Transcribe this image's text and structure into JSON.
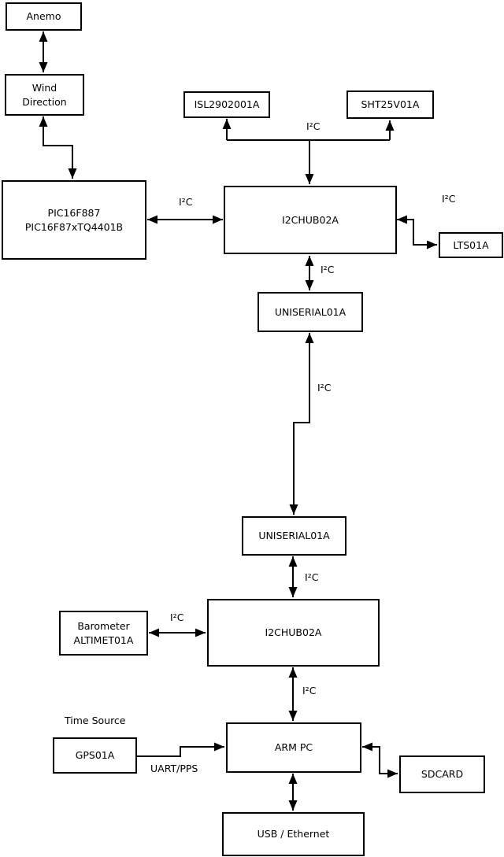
{
  "diagram": {
    "nodes": {
      "anemo": {
        "label": "Anemo"
      },
      "wind_direction": {
        "label": "Wind\nDirection"
      },
      "pic": {
        "label": "PIC16F887\nPIC16F87xTQ4401B"
      },
      "isl": {
        "label": "ISL2902001A"
      },
      "sht": {
        "label": "SHT25V01A"
      },
      "i2c_hub_1": {
        "label": "I2CHUB02A"
      },
      "lts": {
        "label": "LTS01A"
      },
      "uniserial_1": {
        "label": "UNISERIAL01A"
      },
      "uniserial_2": {
        "label": "UNISERIAL01A"
      },
      "barometer": {
        "label": "Barometer\nALTIMET01A"
      },
      "i2c_hub_2": {
        "label": "I2CHUB02A"
      },
      "gps": {
        "label": "GPS01A"
      },
      "arm_pc": {
        "label": "ARM PC"
      },
      "sdcard": {
        "label": "SDCARD"
      },
      "usb_ethernet": {
        "label": "USB / Ethernet"
      }
    },
    "edges": {
      "anemo_wind": {
        "from": "anemo",
        "to": "wind_direction",
        "bidirectional": true,
        "label": ""
      },
      "wind_pic": {
        "from": "wind_direction",
        "to": "pic",
        "bidirectional": true,
        "label": ""
      },
      "pic_hub1": {
        "from": "pic",
        "to": "i2c_hub_1",
        "bidirectional": true,
        "label": "I²C"
      },
      "hub1_sensors": {
        "from": "i2c_hub_1",
        "to": "isl + sht",
        "bidirectional": false,
        "label": "I²C"
      },
      "hub1_lts": {
        "from": "i2c_hub_1",
        "to": "lts",
        "bidirectional": true,
        "label": "I²C"
      },
      "hub1_uniserial1": {
        "from": "i2c_hub_1",
        "to": "uniserial_1",
        "bidirectional": true,
        "label": "I²C"
      },
      "uni1_uni2": {
        "from": "uniserial_1",
        "to": "uniserial_2",
        "bidirectional": true,
        "label": "I²C"
      },
      "uni2_hub2": {
        "from": "uniserial_2",
        "to": "i2c_hub_2",
        "bidirectional": true,
        "label": "I²C"
      },
      "baro_hub2": {
        "from": "barometer",
        "to": "i2c_hub_2",
        "bidirectional": true,
        "label": "I²C"
      },
      "hub2_armpc": {
        "from": "i2c_hub_2",
        "to": "arm_pc",
        "bidirectional": true,
        "label": "I²C"
      },
      "gps_armpc": {
        "from": "gps",
        "to": "arm_pc",
        "bidirectional": false,
        "label": "UART/PPS"
      },
      "armpc_sdcard": {
        "from": "arm_pc",
        "to": "sdcard",
        "bidirectional": true,
        "label": ""
      },
      "armpc_usb": {
        "from": "arm_pc",
        "to": "usb_ethernet",
        "bidirectional": true,
        "label": ""
      }
    },
    "annotations": {
      "time_source": "Time Source"
    },
    "colors": {
      "background": "#ffffff",
      "stroke": "#000000",
      "text": "#000000"
    }
  }
}
